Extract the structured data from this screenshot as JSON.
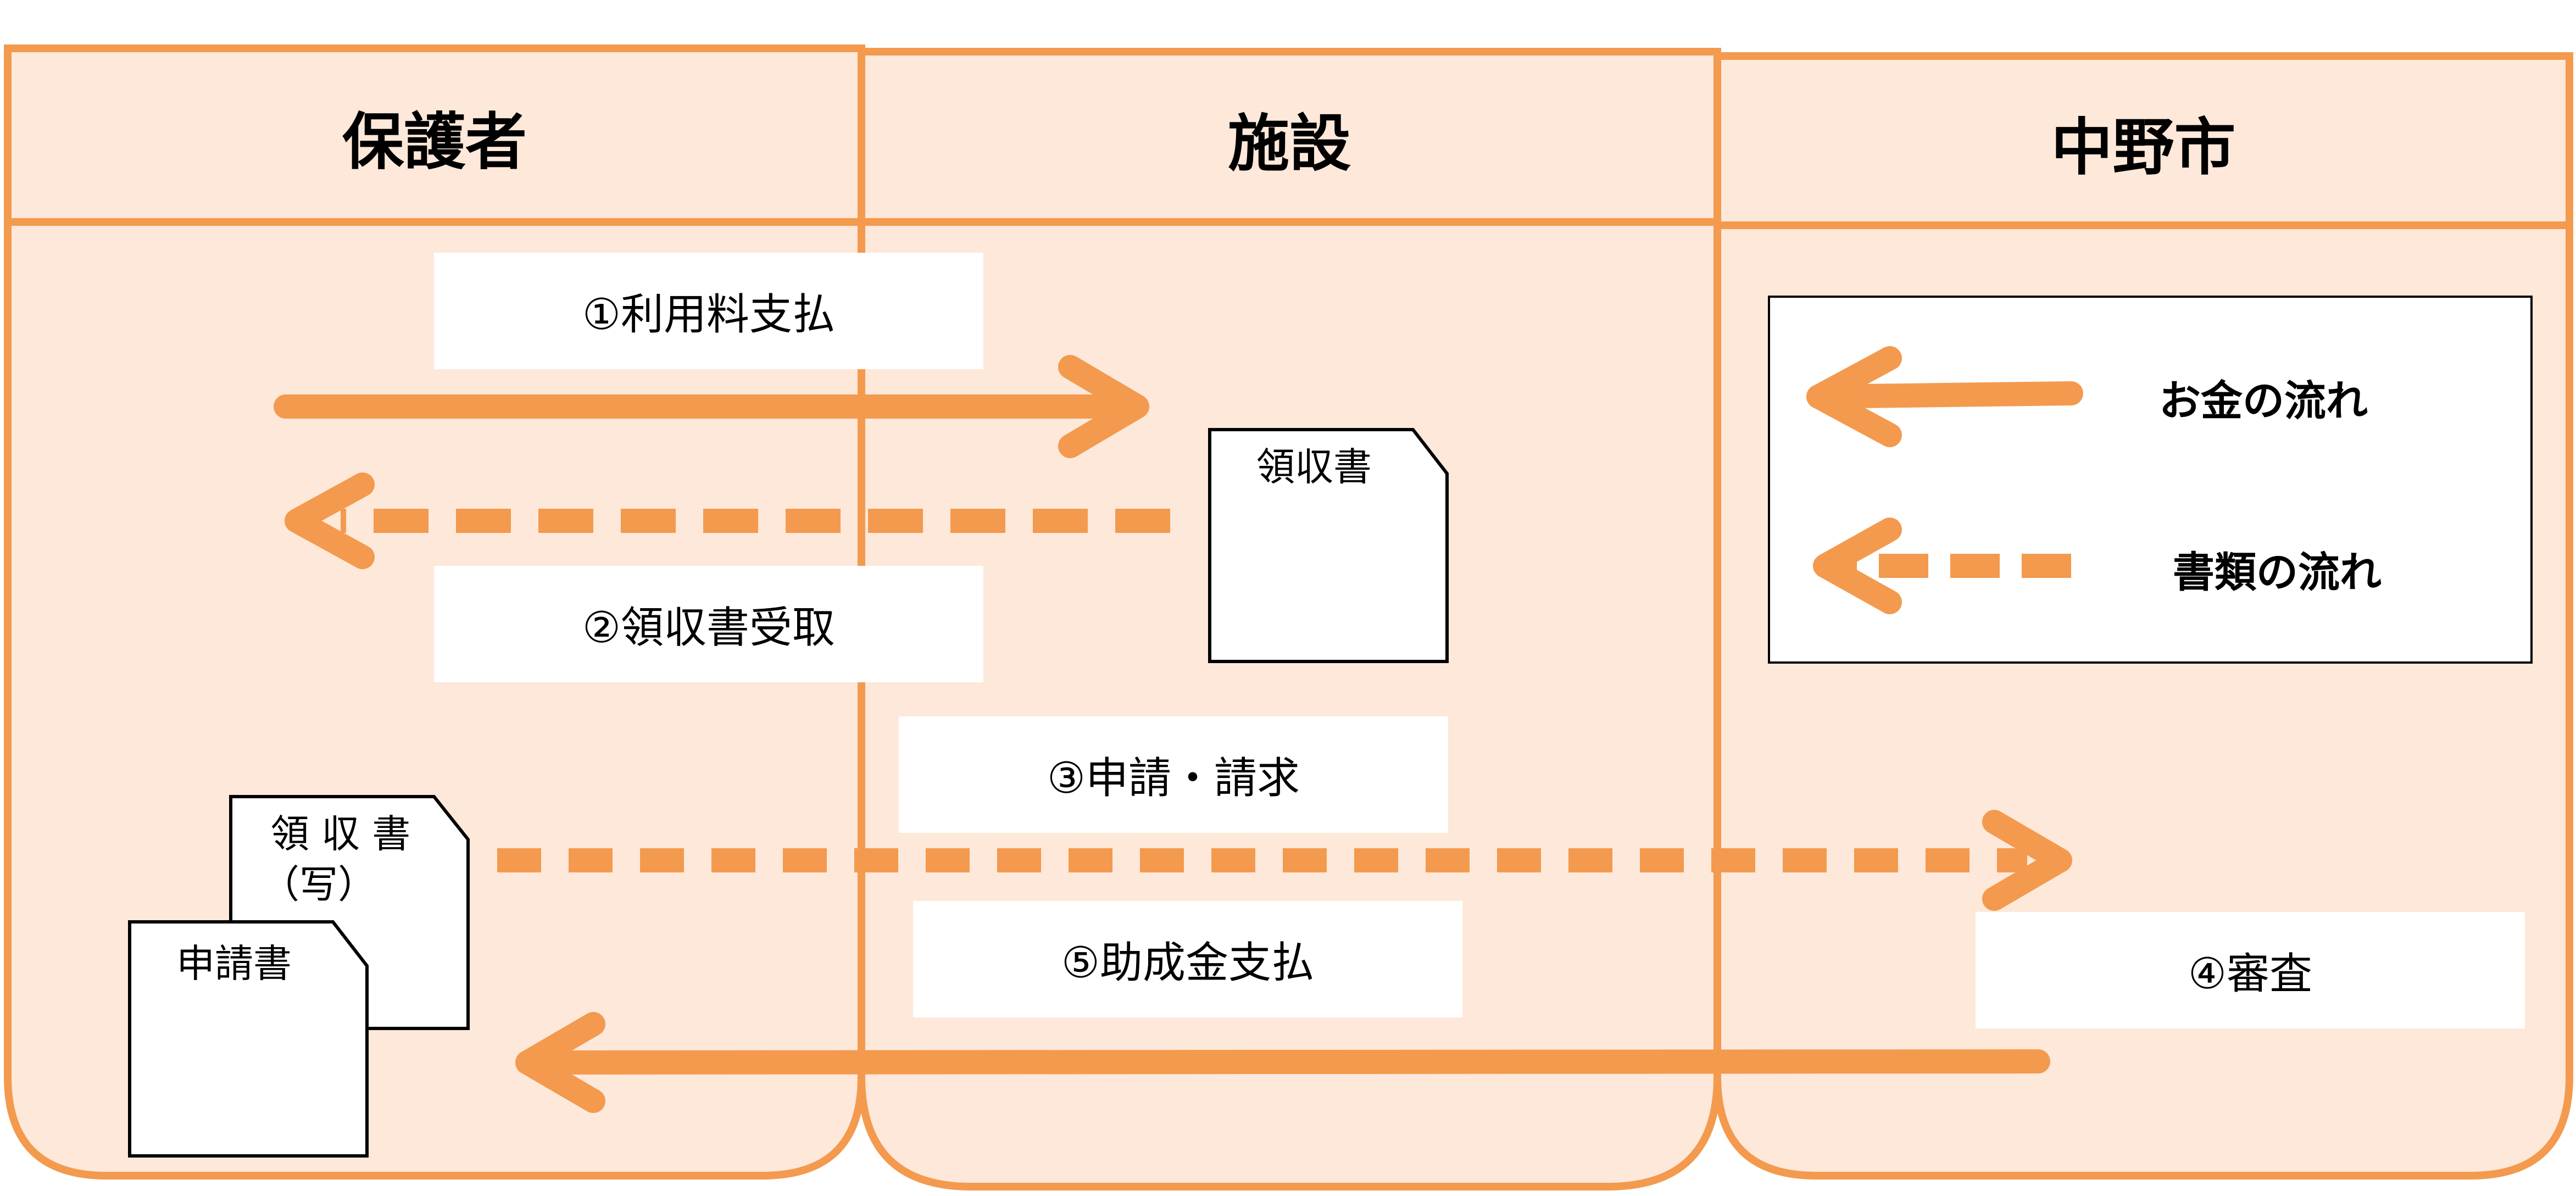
{
  "lanes": {
    "guardian": "保護者",
    "facility": "施設",
    "city": "中野市"
  },
  "steps": {
    "step1": "①利用料支払",
    "step2": "②領収書受取",
    "step3": "③申請・請求",
    "step4": "④審査",
    "step5": "⑤助成金支払"
  },
  "documents": {
    "receipt": "領収書",
    "receipt_copy_line1": "領 収 書",
    "receipt_copy_line2": "（写）",
    "application": "申請書"
  },
  "legend": {
    "money_flow": "お金の流れ",
    "document_flow": "書類の流れ"
  },
  "colors": {
    "accent": "#F39A4E",
    "lane_fill": "#FDE8DA",
    "border_dark": "#000000",
    "background": "#FFFFFF"
  }
}
